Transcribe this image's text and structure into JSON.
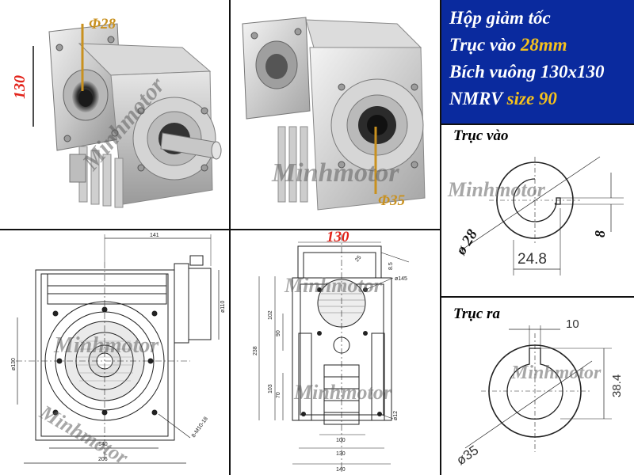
{
  "title_panel": {
    "line1": "Hộp giảm tốc",
    "line2_prefix": "Trục vào ",
    "line2_value": "28mm",
    "line3": "Bích vuông 130x130",
    "line4_prefix": "NMRV ",
    "line4_value": "size 90"
  },
  "watermark": "Minhmotor",
  "photo_left": {
    "dia_label": "Φ28",
    "height_label": "130"
  },
  "photo_right": {
    "dia_label": "Φ35"
  },
  "drawing_front": {
    "dims": {
      "top": "141",
      "flange_dia": "ø110",
      "left_dia": "ø130",
      "bottom_inner": "140",
      "bottom_outer": "206",
      "bolt_note": "8-M10-18"
    }
  },
  "drawing_side": {
    "top_red": "130",
    "dims": {
      "d5": "25",
      "d8": "8.5",
      "d145": "ø145",
      "h238": "238",
      "h102": "102",
      "h90": "90",
      "h103": "103",
      "h70": "70",
      "d12": "ø12",
      "w100": "100",
      "w130": "130",
      "w140": "140"
    }
  },
  "shaft_in": {
    "title": "Trục vào",
    "dia": "ø 28",
    "key": "8",
    "depth": "24.8"
  },
  "shaft_out": {
    "title": "Trục ra",
    "key": "10",
    "depth": "38.4",
    "dia": "ø35"
  }
}
